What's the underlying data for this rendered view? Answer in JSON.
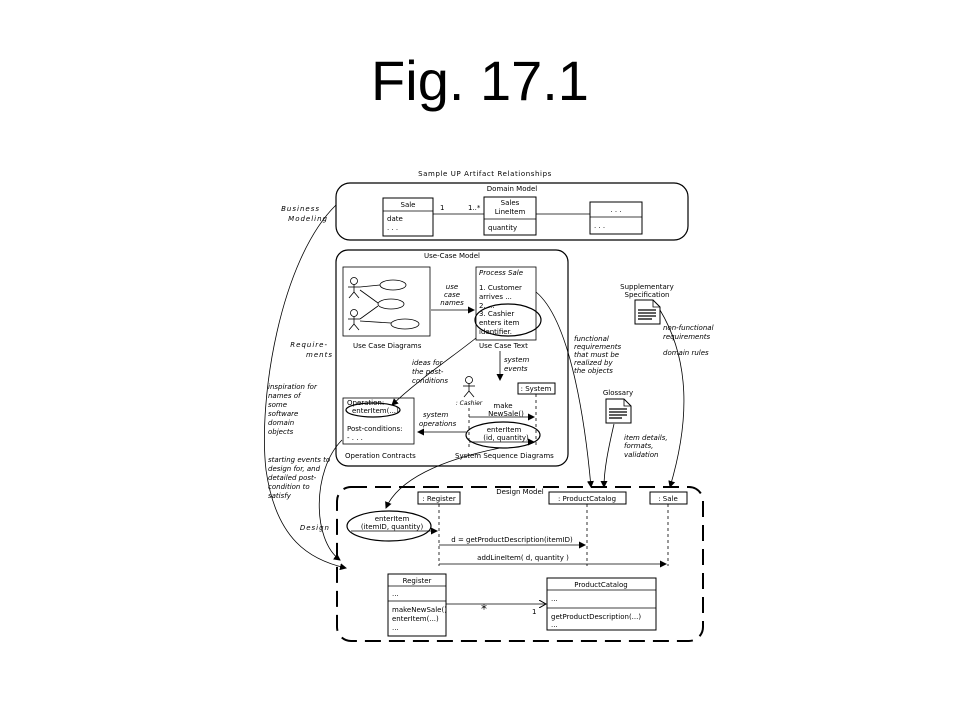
{
  "title": "Fig. 17.1",
  "diagram": {
    "caption": "Sample UP Artifact Relationships",
    "disciplines": {
      "business_1": "Business",
      "business_2": "Modeling",
      "requirements_1": "Require-",
      "requirements_2": "ments",
      "design": "Design"
    },
    "domain_model": {
      "title": "Domain Model",
      "sale": {
        "name": "Sale",
        "attr1": "date",
        "attr2": ". . ."
      },
      "mult_left": "1",
      "mult_right": "1..*",
      "sales_line_item": {
        "name1": "Sales",
        "name2": "LineItem",
        "attr": "quantity"
      },
      "other": {
        "name": ". . .",
        "attr": ". . ."
      }
    },
    "use_case_model": {
      "title": "Use-Case Model",
      "uc_diagram_label": "Use Case Diagrams",
      "uc_names_1": "use",
      "uc_names_2": "case",
      "uc_names_3": "names",
      "uc_text": {
        "title": "Process Sale",
        "line1": "1. Customer",
        "line2": "arrives ...",
        "line3": "2. ...",
        "line4": "3. Cashier",
        "line5": "enters item",
        "line6": "identifier."
      },
      "uc_text_label": "Use Case Text",
      "system_events_1": "system",
      "system_events_2": "events",
      "ideas_1": "ideas for",
      "ideas_2": "the post-",
      "ideas_3": "conditions",
      "cashier": ": Cashier",
      "system": ": System",
      "make_new_sale_1": "make",
      "make_new_sale_2": "NewSale()",
      "enter_item_1": "enterItem",
      "enter_item_2": "(id, quantity)",
      "ssd_label": "System Sequence Diagrams",
      "sys_ops_1": "system",
      "sys_ops_2": "operations",
      "op_contract": {
        "operation": "Operation:",
        "op_name": "enterItem(...)",
        "post": "Post-conditions:",
        "dots": "- . . ."
      },
      "op_contracts_label": "Operation Contracts"
    },
    "supplementary": {
      "title_1": "Supplementary",
      "title_2": "Specification",
      "nfr_1": "non-functional",
      "nfr_2": "requirements",
      "domain_rules": "domain rules"
    },
    "glossary": {
      "title": "Glossary",
      "note_1": "item details,",
      "note_2": "formats,",
      "note_3": "validation"
    },
    "notes": {
      "functional_1": "functional",
      "functional_2": "requirements",
      "functional_3": "that must be",
      "functional_4": "realized by",
      "functional_5": "the objects",
      "inspiration_1": "inspiration for",
      "inspiration_2": "names of",
      "inspiration_3": "some",
      "inspiration_4": "software",
      "inspiration_5": "domain",
      "inspiration_6": "objects",
      "starting_1": "starting events to",
      "starting_2": "design for, and",
      "starting_3": "detailed post-",
      "starting_4": "condition to",
      "starting_5": "satisfy"
    },
    "design_model": {
      "title": "Design Model",
      "register": ": Register",
      "product_catalog": ": ProductCatalog",
      "sale": ": Sale",
      "enter_item_1": "enterItem",
      "enter_item_2": "(itemID, quantity)",
      "msg1": "d = getProductDescription(itemID)",
      "msg2": "addLineItem( d, quantity )",
      "register_class": {
        "name": "Register",
        "attr": "...",
        "op1": "makeNewSale()",
        "op2": "enterItem(...)",
        "op3": "..."
      },
      "mult_star": "*",
      "mult_one": "1",
      "catalog_class": {
        "name": "ProductCatalog",
        "attr": "...",
        "op1": "getProductDescription(...)",
        "op2": "..."
      }
    }
  }
}
